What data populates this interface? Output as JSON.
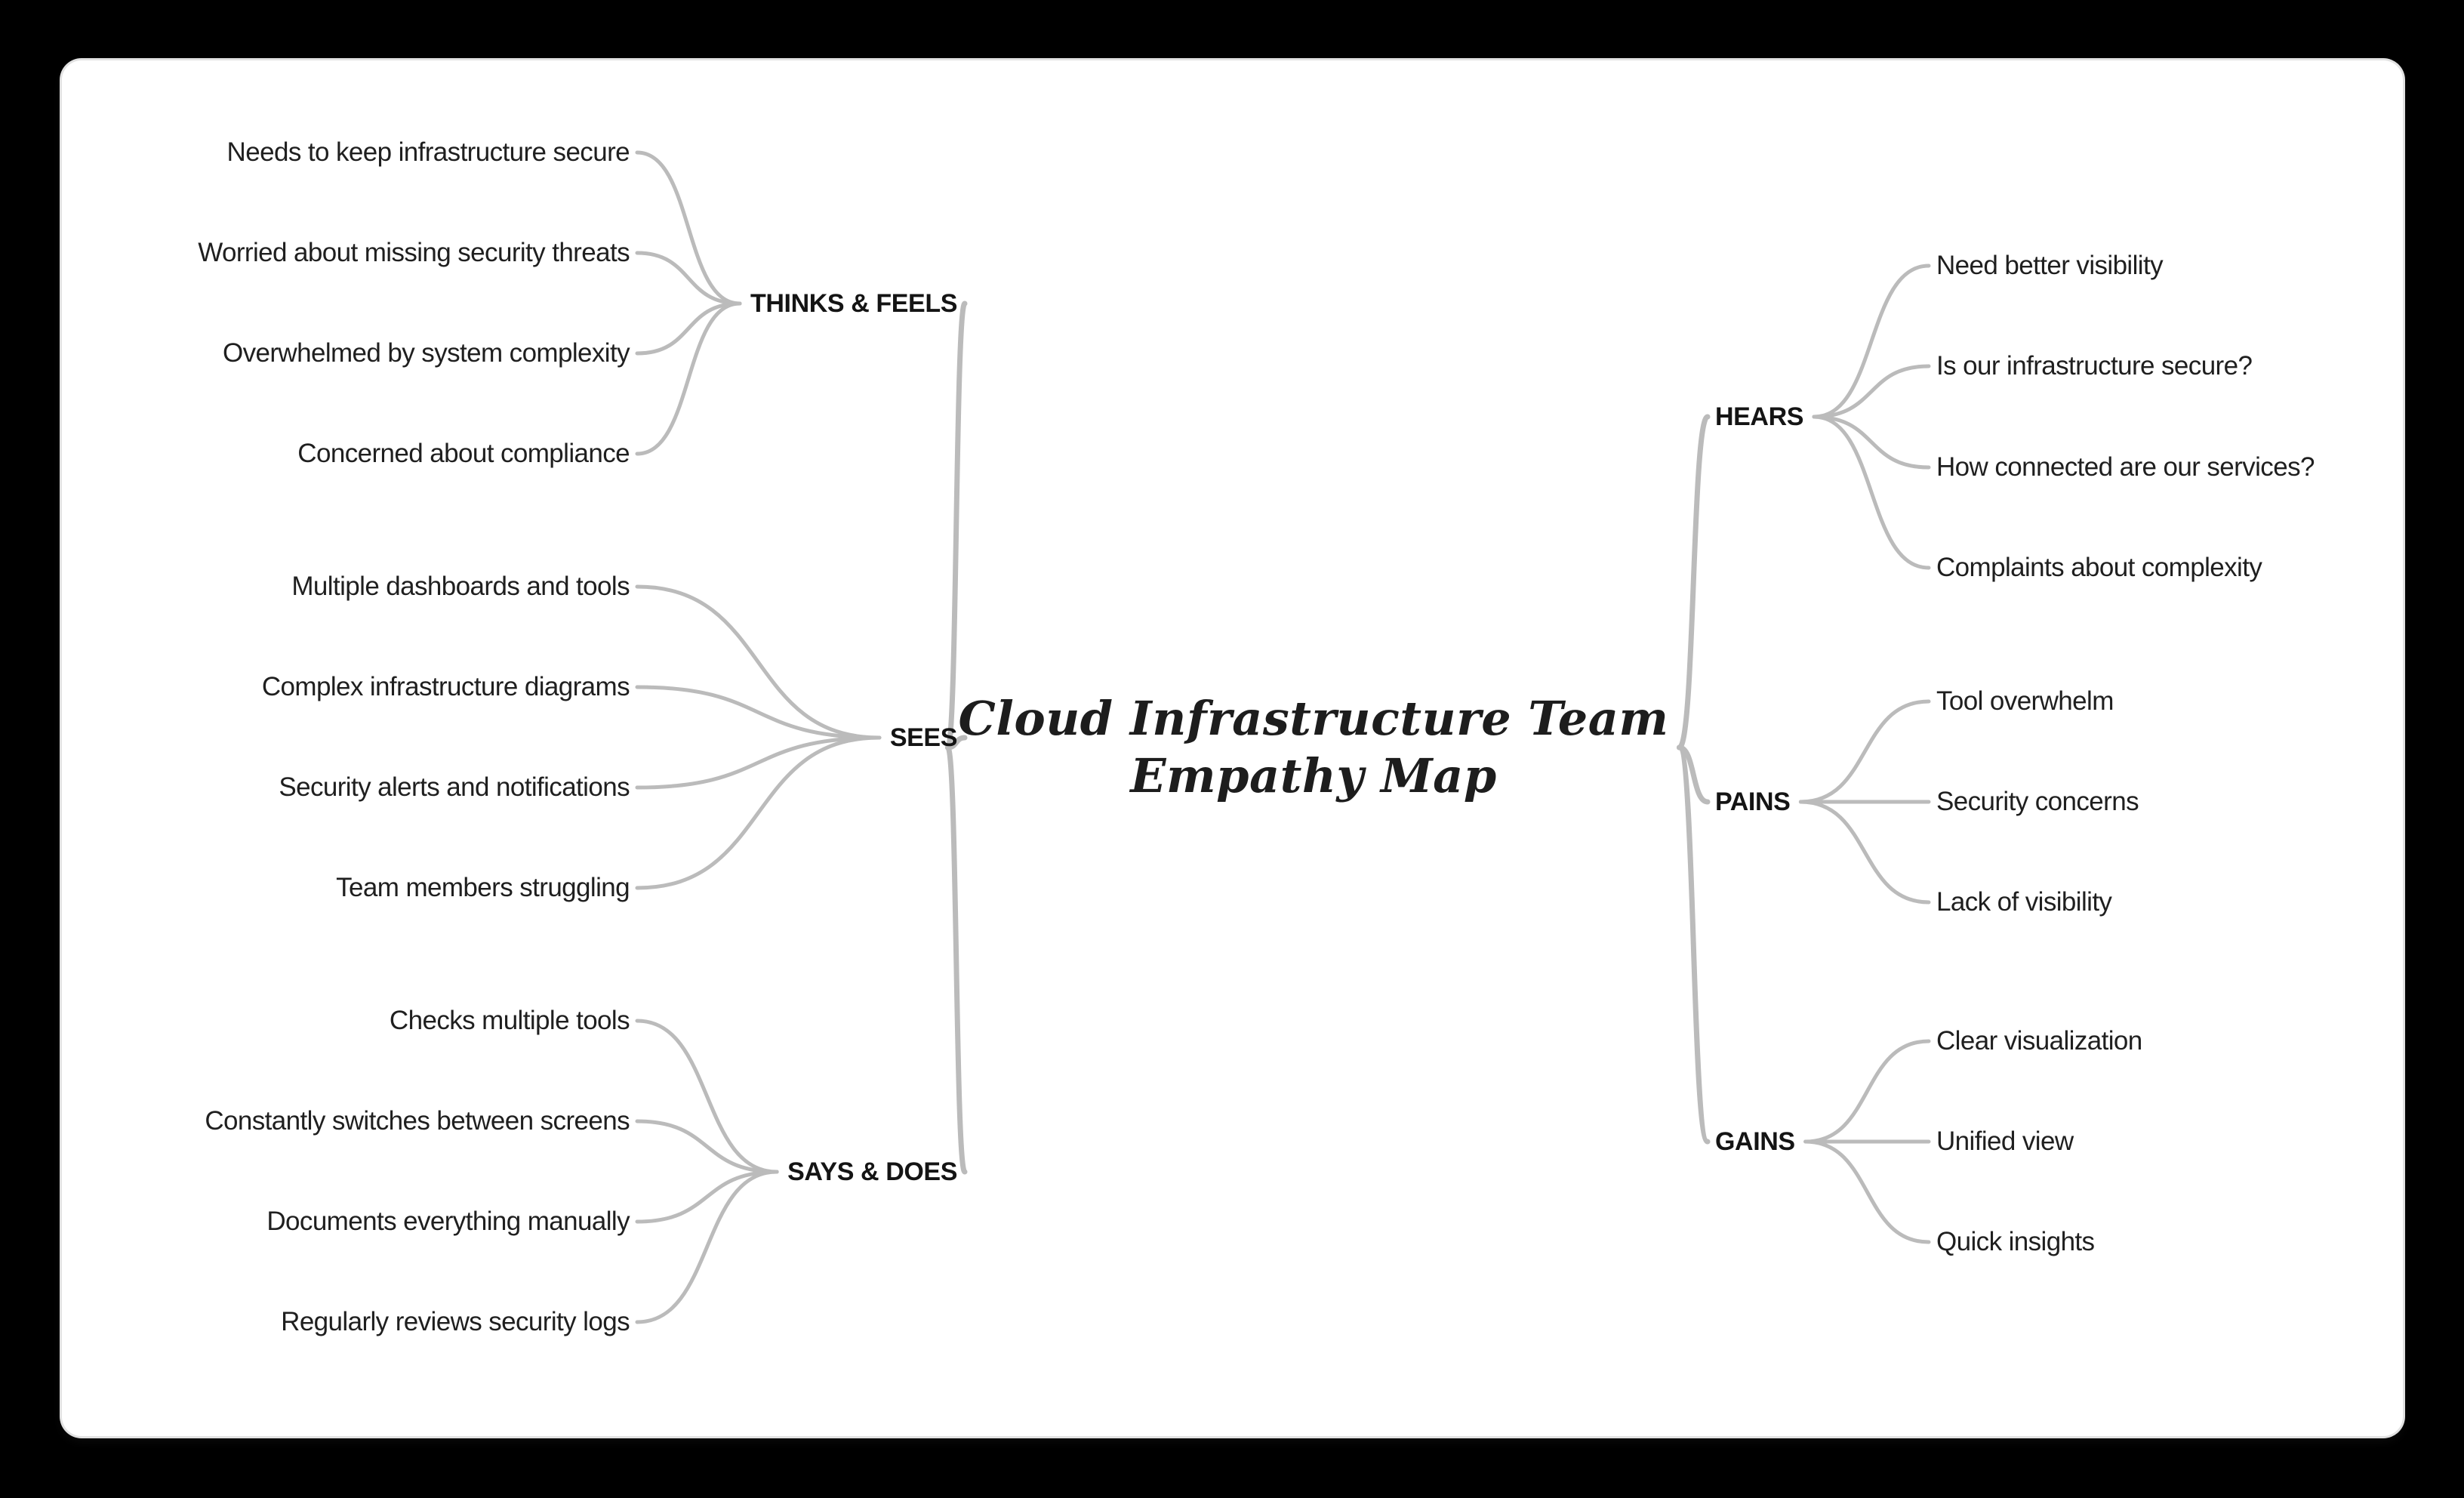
{
  "title": {
    "line1": "Cloud Infrastructure Team",
    "line2": "Empathy Map"
  },
  "colors": {
    "page_background": "#000000",
    "canvas_background": "#ffffff",
    "link": "#bbbbbb",
    "leaf_text": "#1f1f1f",
    "branch_text": "#141414",
    "title_text": "#1d1d1d"
  },
  "mindmap": {
    "left": [
      {
        "label": "THINKS & FEELS",
        "children": [
          "Needs to keep infrastructure secure",
          "Worried about missing security threats",
          "Overwhelmed by system complexity",
          "Concerned about compliance"
        ]
      },
      {
        "label": "SEES",
        "children": [
          "Multiple dashboards and tools",
          "Complex infrastructure diagrams",
          "Security alerts and notifications",
          "Team members struggling"
        ]
      },
      {
        "label": "SAYS & DOES",
        "children": [
          "Checks multiple tools",
          "Constantly switches between screens",
          "Documents everything manually",
          "Regularly reviews security logs"
        ]
      }
    ],
    "right": [
      {
        "label": "HEARS",
        "children": [
          "Need better visibility",
          "Is our infrastructure secure?",
          "How connected are our services?",
          "Complaints about complexity"
        ]
      },
      {
        "label": "PAINS",
        "children": [
          "Tool overwhelm",
          "Security concerns",
          "Lack of visibility"
        ]
      },
      {
        "label": "GAINS",
        "children": [
          "Clear visualization",
          "Unified view",
          "Quick insights"
        ]
      }
    ]
  }
}
